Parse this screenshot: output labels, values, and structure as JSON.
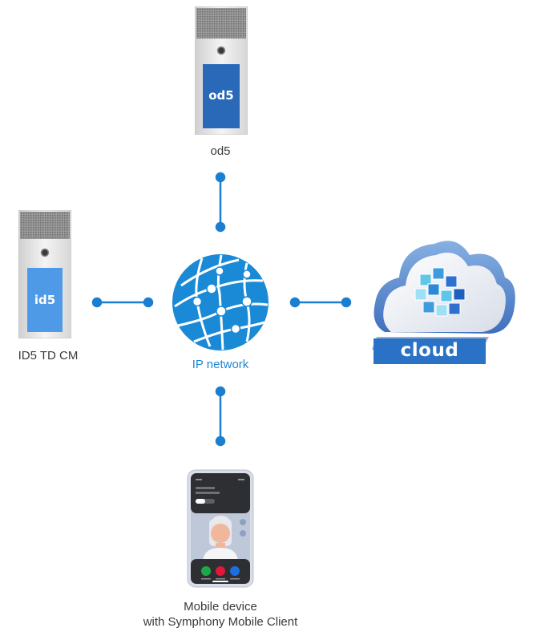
{
  "nodes": {
    "top_device": {
      "label": "od5",
      "screen_text": "od5"
    },
    "left_device": {
      "label": "ID5 TD CM",
      "screen_text": "id5"
    },
    "center": {
      "label": "IP network"
    },
    "right": {
      "logo_text": "cloud"
    },
    "bottom": {
      "label_line1": "Mobile device",
      "label_line2": "with Symphony Mobile Client"
    }
  },
  "colors": {
    "connector": "#1a7fd0",
    "globe": "#1a8ad6",
    "od5_screen": "#2a68b8",
    "id5_screen": "#4f9ae6",
    "cloud_badge": "#2a72c6",
    "call_green": "#1fa84a",
    "call_red": "#e0183a",
    "call_blue": "#1b6fe0"
  }
}
